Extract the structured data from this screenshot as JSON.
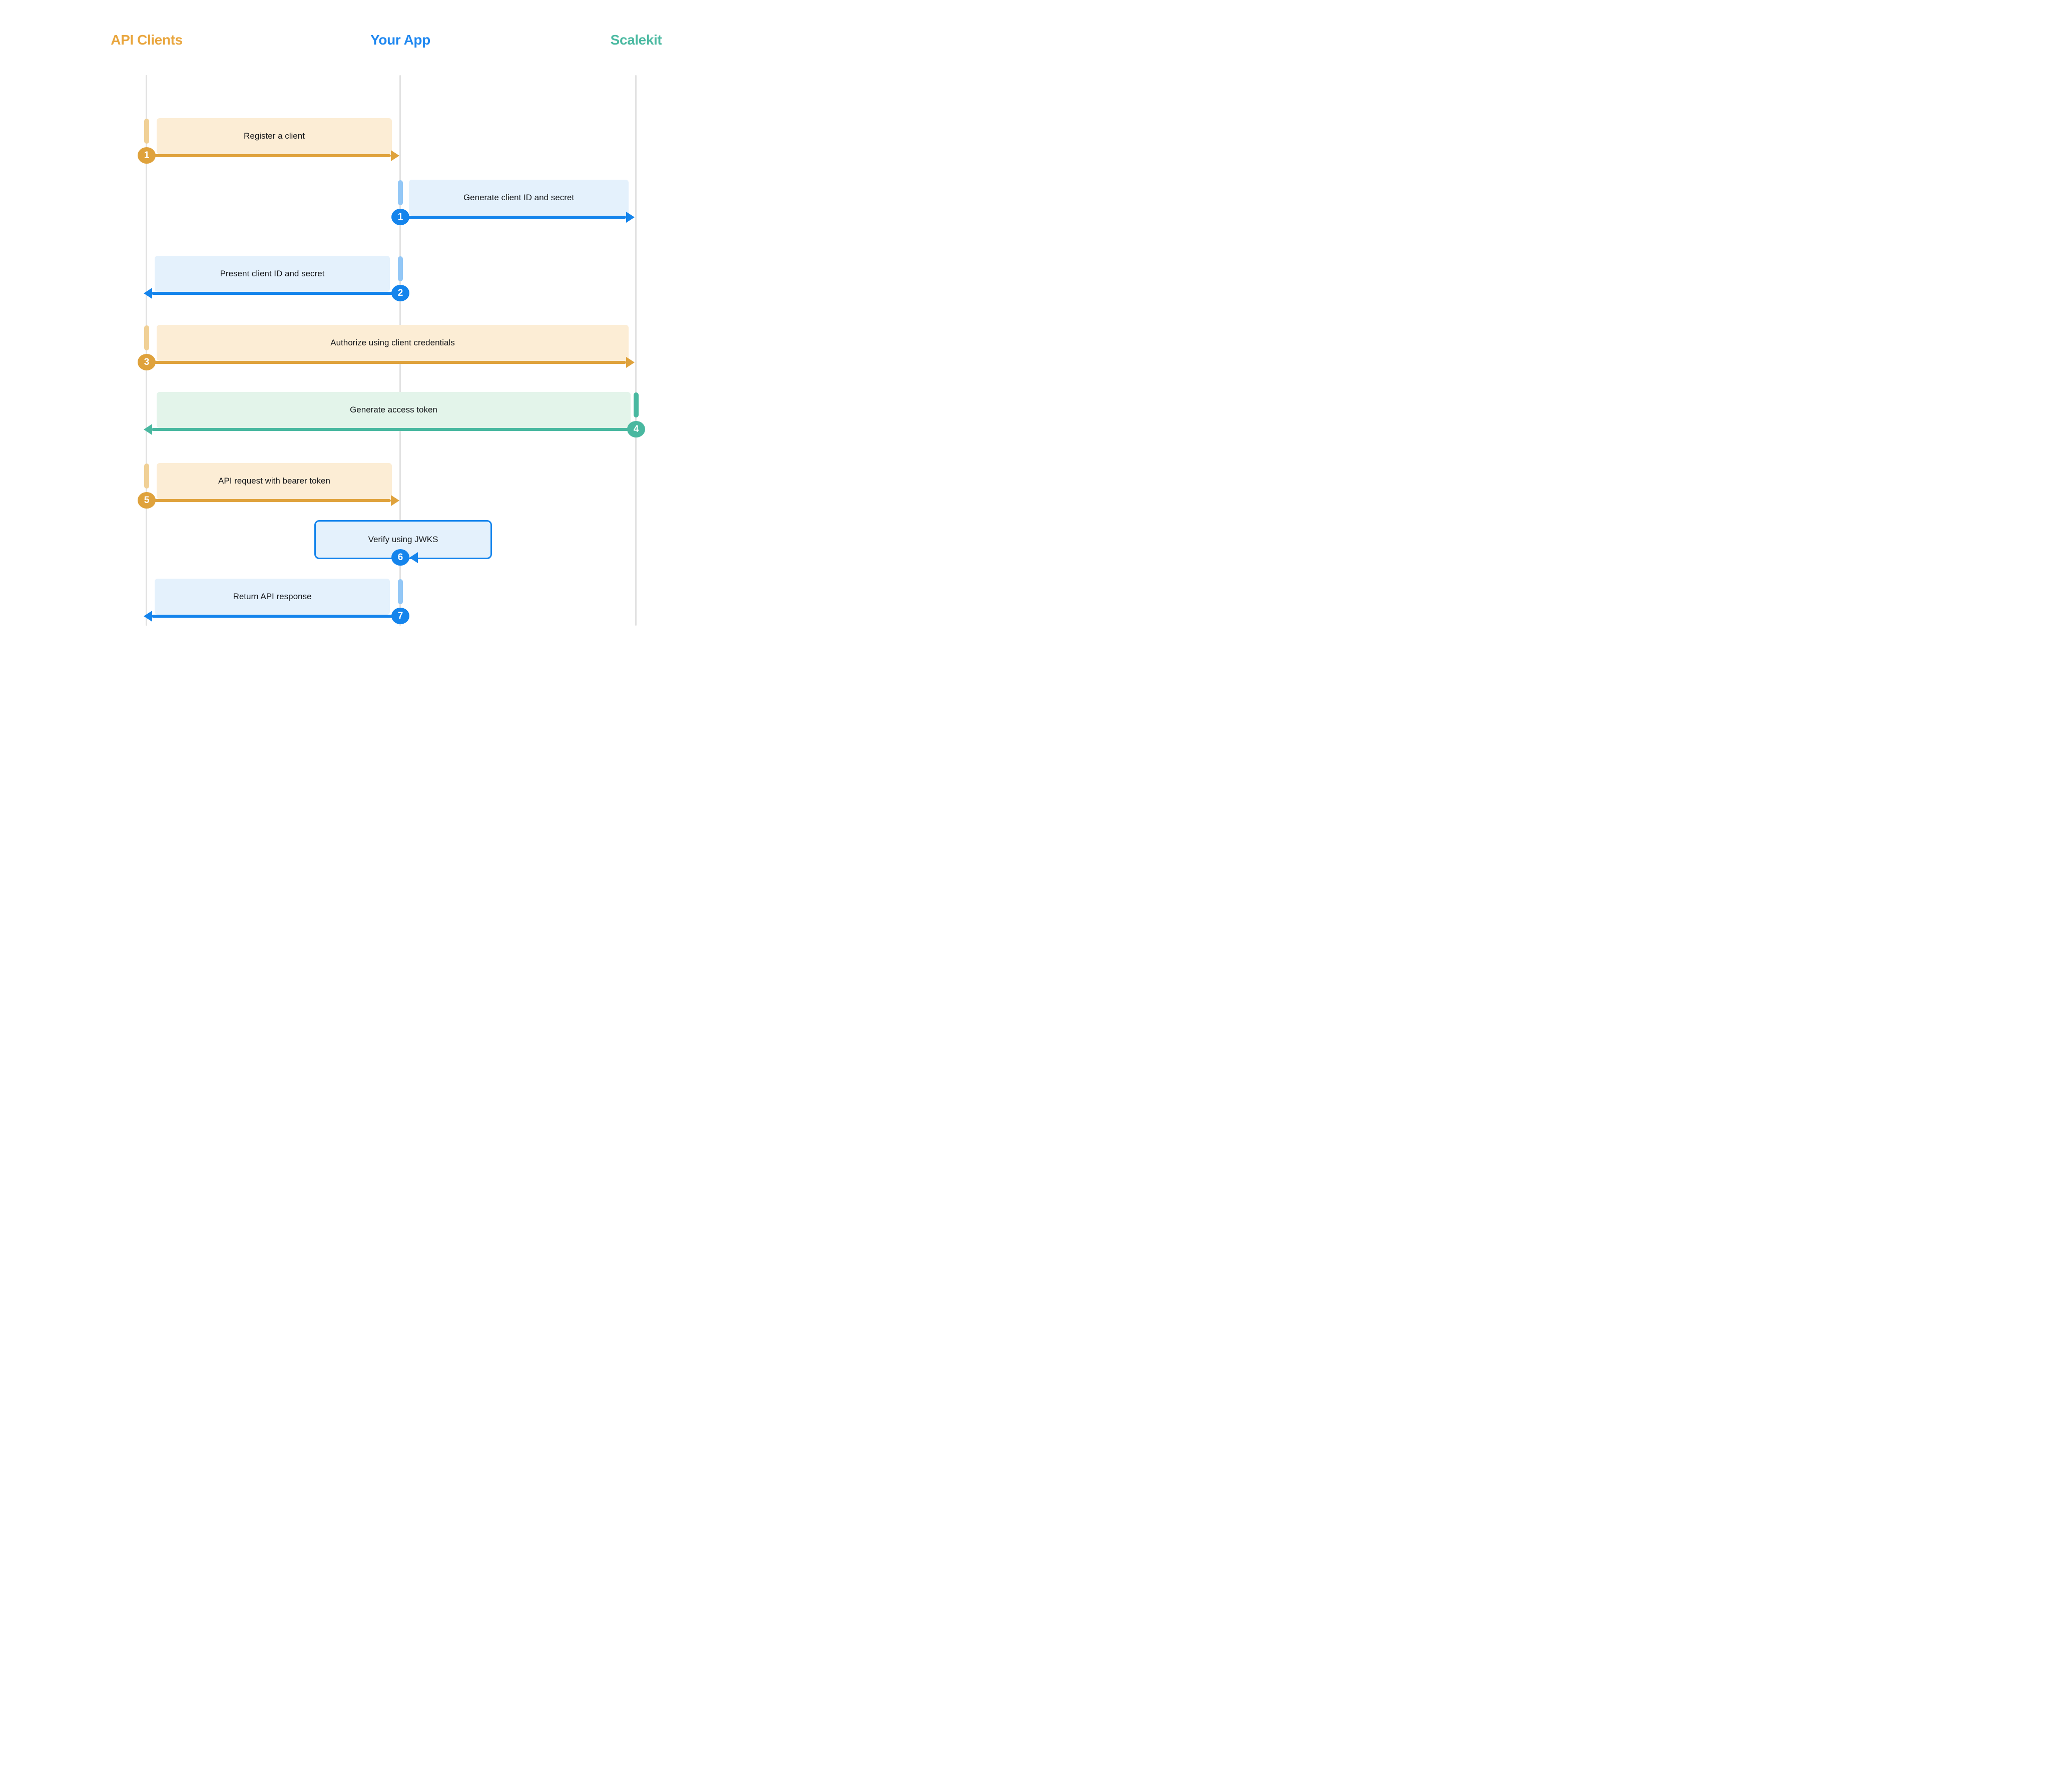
{
  "actors": [
    {
      "label": "API Clients",
      "color": "#E9A63E"
    },
    {
      "label": "Your App",
      "color": "#1E87F0"
    },
    {
      "label": "Scalekit",
      "color": "#4CBAA2"
    }
  ],
  "messages": [
    {
      "step": "1",
      "label": "Register a client",
      "from": "API Clients",
      "to": "Your App",
      "direction": "right",
      "theme": "orange"
    },
    {
      "step": "1",
      "label": "Generate client ID and secret",
      "from": "Your App",
      "to": "Scalekit",
      "direction": "right",
      "theme": "blue"
    },
    {
      "step": "2",
      "label": "Present client ID and secret",
      "from": "Your App",
      "to": "API Clients",
      "direction": "left",
      "theme": "blue"
    },
    {
      "step": "3",
      "label": "Authorize using client credentials",
      "from": "API Clients",
      "to": "Scalekit",
      "direction": "right",
      "theme": "orange"
    },
    {
      "step": "4",
      "label": "Generate access token",
      "from": "Scalekit",
      "to": "API Clients",
      "direction": "left",
      "theme": "teal"
    },
    {
      "step": "5",
      "label": "API request with bearer token",
      "from": "API Clients",
      "to": "Your App",
      "direction": "right",
      "theme": "orange"
    },
    {
      "step": "6",
      "label": "Verify using JWKS",
      "from": "Your App",
      "to": "Your App",
      "direction": "self",
      "theme": "blue"
    },
    {
      "step": "7",
      "label": "Return API response",
      "from": "Your App",
      "to": "API Clients",
      "direction": "left",
      "theme": "blue"
    }
  ],
  "colors": {
    "orange": "#DFA23C",
    "orange_header": "#E9A63E",
    "orange_box": "#FCEDD5",
    "orange_bar": "#F0D096",
    "blue": "#1484EC",
    "blue_header": "#1E87F0",
    "blue_box": "#E4F1FC",
    "blue_bar": "#93C7F6",
    "teal": "#49B8A0",
    "teal_header": "#4CBAA2",
    "teal_box": "#E3F4EA",
    "lifeline": "#E2E2E2",
    "label_text": "#17191C",
    "background": "#FFFFFF"
  }
}
